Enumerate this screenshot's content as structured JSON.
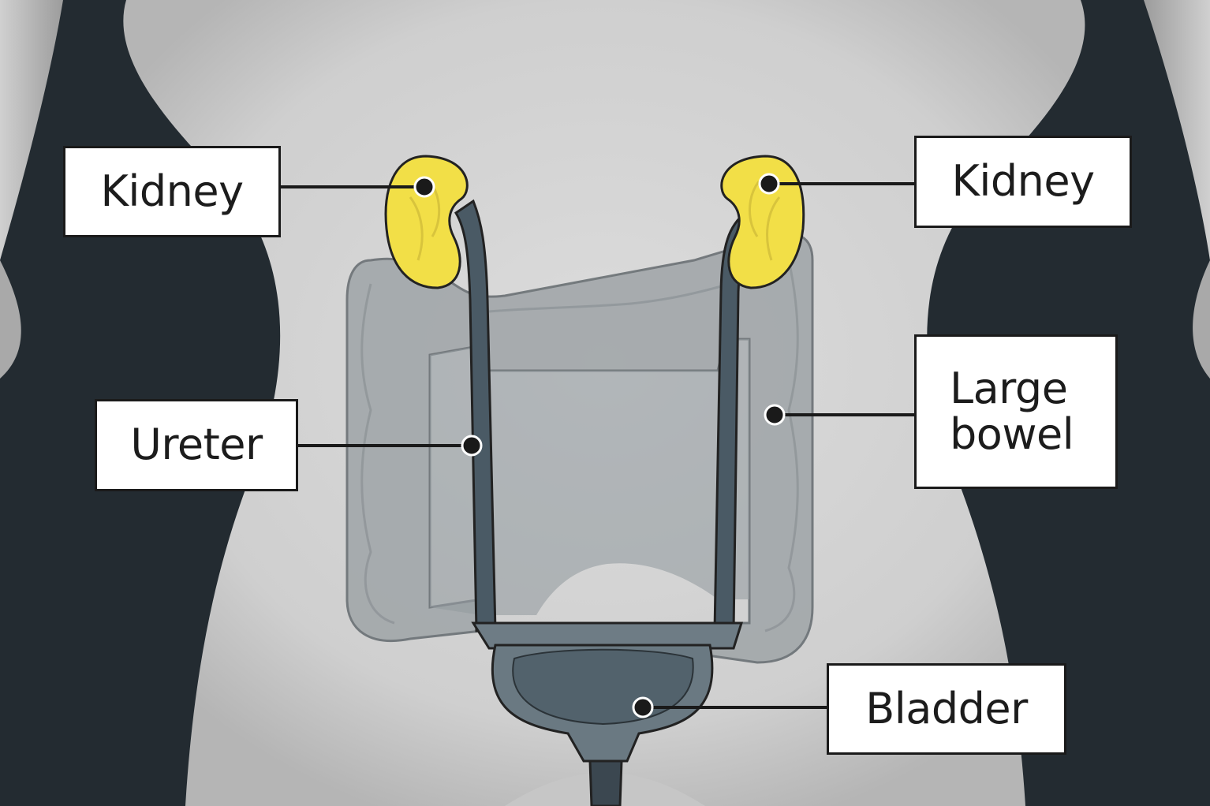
{
  "labels": {
    "kidney_left": "Kidney",
    "kidney_right": "Kidney",
    "ureter": "Ureter",
    "large_bowel": "Large\nbowel",
    "bladder": "Bladder"
  },
  "colors": {
    "background": "#232b31",
    "body": "#d5d5d5",
    "kidney": "#f3e24a",
    "bowel": "#9aa0a4",
    "ureter": "#4a5a65",
    "bladder": "#52626c",
    "leader_line": "#1a1a1a",
    "label_fill": "#ffffff"
  }
}
